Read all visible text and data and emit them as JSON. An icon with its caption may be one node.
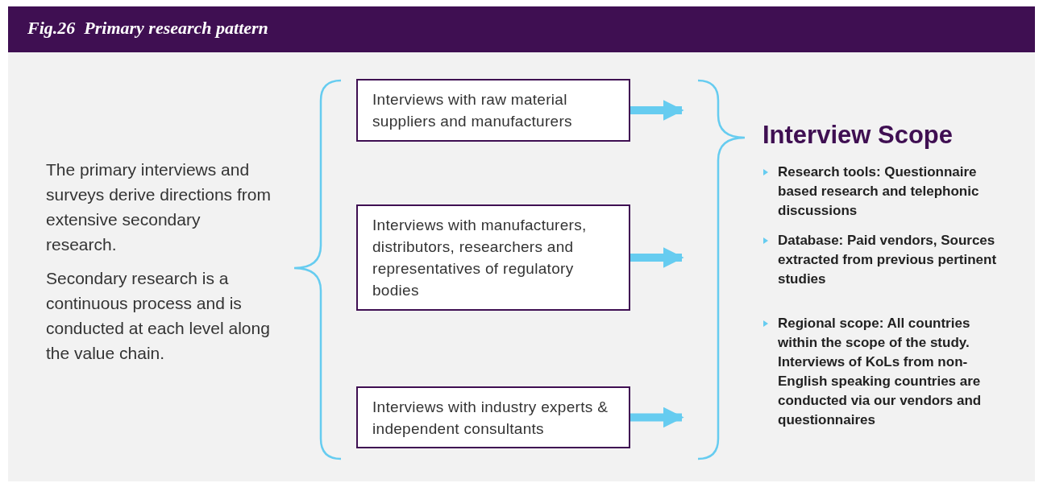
{
  "diagram": {
    "title": "Fig.26  Primary research pattern",
    "nodes": [
      {
        "text": [
          "Interviews with raw material suppliers and manufacturers"
        ]
      },
      {
        "text": [
          "Interviews with manufacturers, distributors, researchers and representatives of regulatory bodies"
        ]
      },
      {
        "text": [
          "Interviews with industry experts & independent consultants"
        ]
      },
      {
        "text": [],
        "shape": "brace"
      }
    ],
    "edges": [
      {
        "from": 0,
        "to": 3,
        "arrow": "to"
      },
      {
        "from": 1,
        "to": 3,
        "arrow": "to"
      },
      {
        "from": 2,
        "to": 3,
        "arrow": "to"
      }
    ],
    "labels": [
      "The primary interviews and surveys derive directions from extensive secondary research.",
      "Secondary research is a continuous process and is conducted at each level along the value chain.",
      "Interview Scope",
      "Research tools: Questionnaire based research and telephonic discussions",
      "Database: Paid vendors, Sources extracted from previous pertinent studies",
      "Regional scope: All countries within the scope of the study. Interviews of KoLs  from non-English speaking countries are conducted via our vendors and questionnaires"
    ]
  }
}
